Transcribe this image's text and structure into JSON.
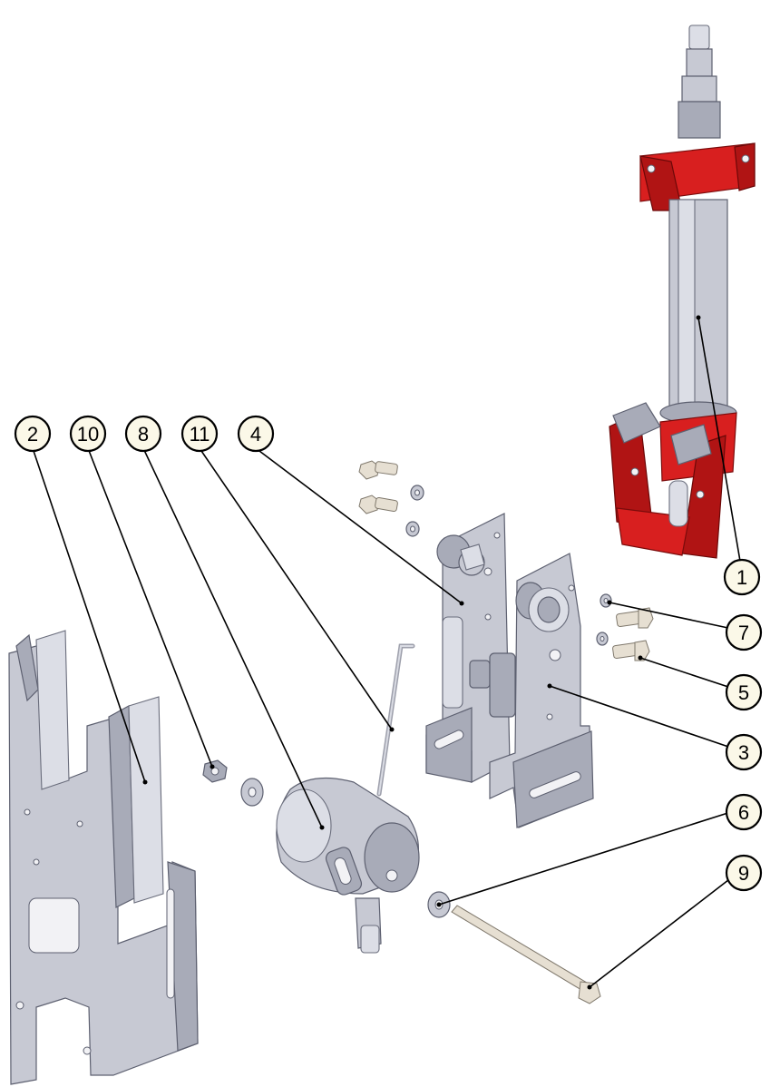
{
  "callouts": [
    {
      "id": "c1",
      "label": "1"
    },
    {
      "id": "c2",
      "label": "2"
    },
    {
      "id": "c3",
      "label": "3"
    },
    {
      "id": "c4",
      "label": "4"
    },
    {
      "id": "c5",
      "label": "5"
    },
    {
      "id": "c6",
      "label": "6"
    },
    {
      "id": "c7",
      "label": "7"
    },
    {
      "id": "c8",
      "label": "8"
    },
    {
      "id": "c9",
      "label": "9"
    },
    {
      "id": "c10",
      "label": "10"
    },
    {
      "id": "c11",
      "label": "11"
    }
  ],
  "colors": {
    "bubble_fill": "#fbf8e8",
    "part_metal": "#c7c9d3",
    "part_red": "#d81f1f"
  }
}
